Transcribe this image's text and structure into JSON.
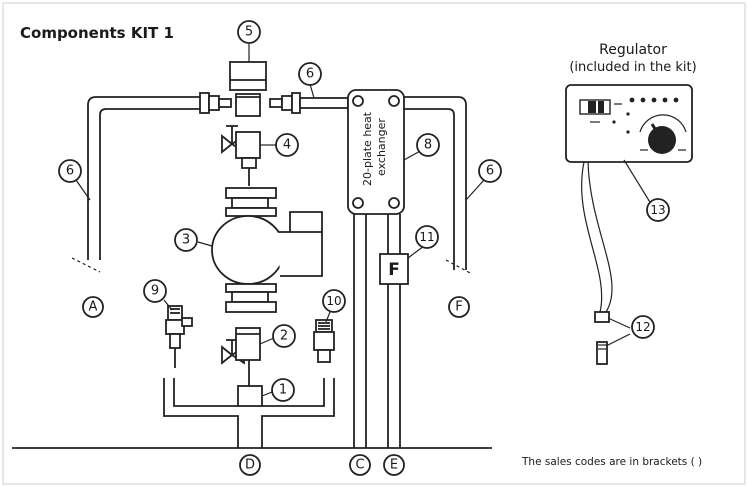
{
  "title": "Components KIT 1",
  "regulator": {
    "title_line1": "Regulator",
    "title_line2": "(included in the kit)"
  },
  "heat_exchanger_label_line1": "20-plate heat",
  "heat_exchanger_label_line2": "exchanger",
  "flow_meter_letter": "F",
  "component_numbers": [
    "1",
    "2",
    "3",
    "4",
    "5",
    "6",
    "6",
    "6",
    "8",
    "9",
    "10",
    "11",
    "12",
    "13"
  ],
  "connection_letters": [
    "A",
    "F",
    "D",
    "C",
    "E"
  ],
  "footnote": "The sales codes are in brackets ( )"
}
